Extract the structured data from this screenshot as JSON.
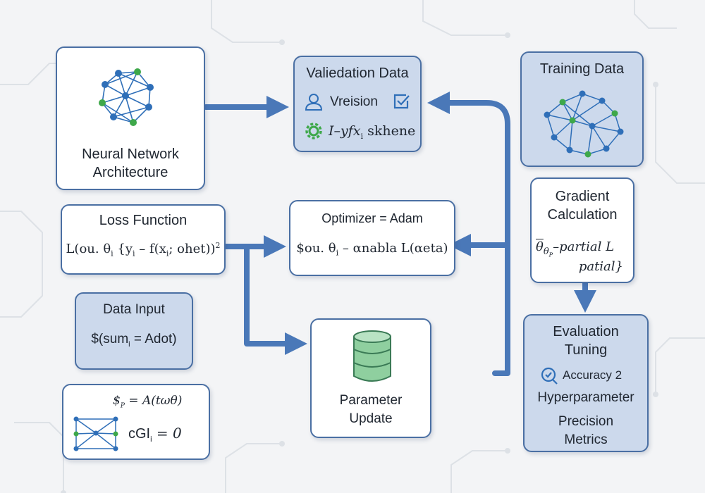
{
  "nodes": {
    "neural_network": {
      "line1": "Neural Network",
      "line2": "Architecture"
    },
    "validation_data": {
      "title": "Valiedation Data",
      "row1": "Vreision",
      "row2_prefix": "I–yfx",
      "row2_sub": "i",
      "row2_suffix": " skhene"
    },
    "training_data": {
      "title": "Training Data"
    },
    "loss_function": {
      "title": "Loss Function",
      "formula": "L(ou. θ",
      "formula_sub": "i",
      "formula_rest": " {y",
      "formula_sub2": "i",
      "formula_rest2": " – f(x",
      "formula_sub3": "i",
      "formula_rest3": "; ohet))",
      "formula_sup": "2"
    },
    "optimizer": {
      "title": "Optimizer = Adam",
      "formula": "$ou. θ",
      "formula_sub": "i",
      "formula_rest": " – αnabla L(αeta)"
    },
    "gradient": {
      "line1": "Gradient",
      "line2": "Calculation",
      "formula_a": "θ",
      "formula_a_sub": "θ",
      "formula_a_subsub": "P",
      "formula_b": "–partial L",
      "formula_c": "patial}"
    },
    "data_input": {
      "title": "Data Input",
      "formula": "$(sum",
      "formula_sub": "i",
      "formula_rest": " = Adot)"
    },
    "parameter_update": {
      "line1": "Parameter",
      "line2": "Update"
    },
    "evaluation": {
      "line1": "Evaluation",
      "line2": "Tuning",
      "metric1": "Accuracy 2",
      "line3": "Hyperparameter",
      "metric2": "Precision",
      "line4": "Metrics"
    },
    "formula_box": {
      "formula1": "$",
      "formula1_sub": "P",
      "formula1_rest": " = A(tωθ)",
      "formula2": "cGI",
      "formula2_sub": "i",
      "formula2_rest": " = 0"
    }
  },
  "colors": {
    "arrow": "#4a78b8",
    "border": "#4a6fa3",
    "box_blue": "#ccd9ec",
    "node_blue": "#2f6fb8",
    "node_green": "#3ea84a",
    "db_green": "#8fcf9f"
  },
  "icons": [
    "neural-network-icon",
    "person-icon",
    "check-icon",
    "gear-icon",
    "database-icon",
    "magnifier-icon",
    "graph-icon"
  ]
}
